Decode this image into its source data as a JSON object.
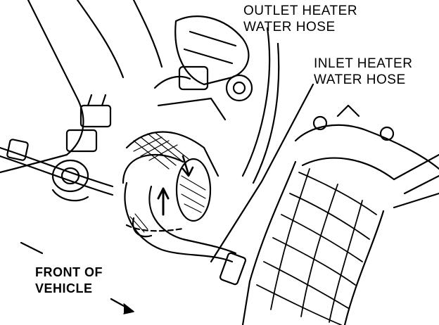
{
  "labels": {
    "outlet": [
      "OUTLET HEATER",
      "WATER HOSE"
    ],
    "inlet": [
      "INLET HEATER",
      "WATER HOSE"
    ],
    "front": [
      "FRONT OF",
      "VEHICLE"
    ]
  },
  "colors": {
    "ink": "#000000",
    "paper": "#ffffff"
  }
}
